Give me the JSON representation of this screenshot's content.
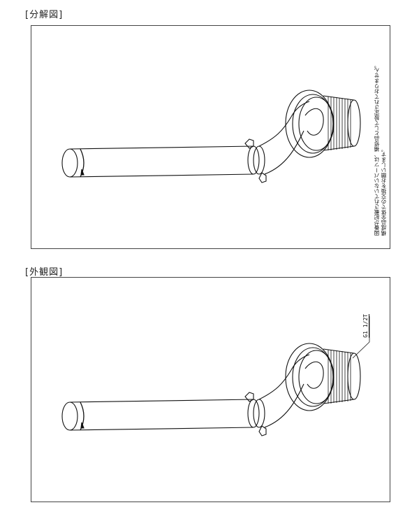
{
  "sections": {
    "exploded": {
      "heading": "[分解図]",
      "note_line1": "図番が記載されていないパーツは、補修品として設定されておりません。",
      "note_line2": "構成品全体での交換をお願いします。"
    },
    "external": {
      "heading": "[外観図]",
      "thread_label": "G1 1/2T"
    }
  }
}
